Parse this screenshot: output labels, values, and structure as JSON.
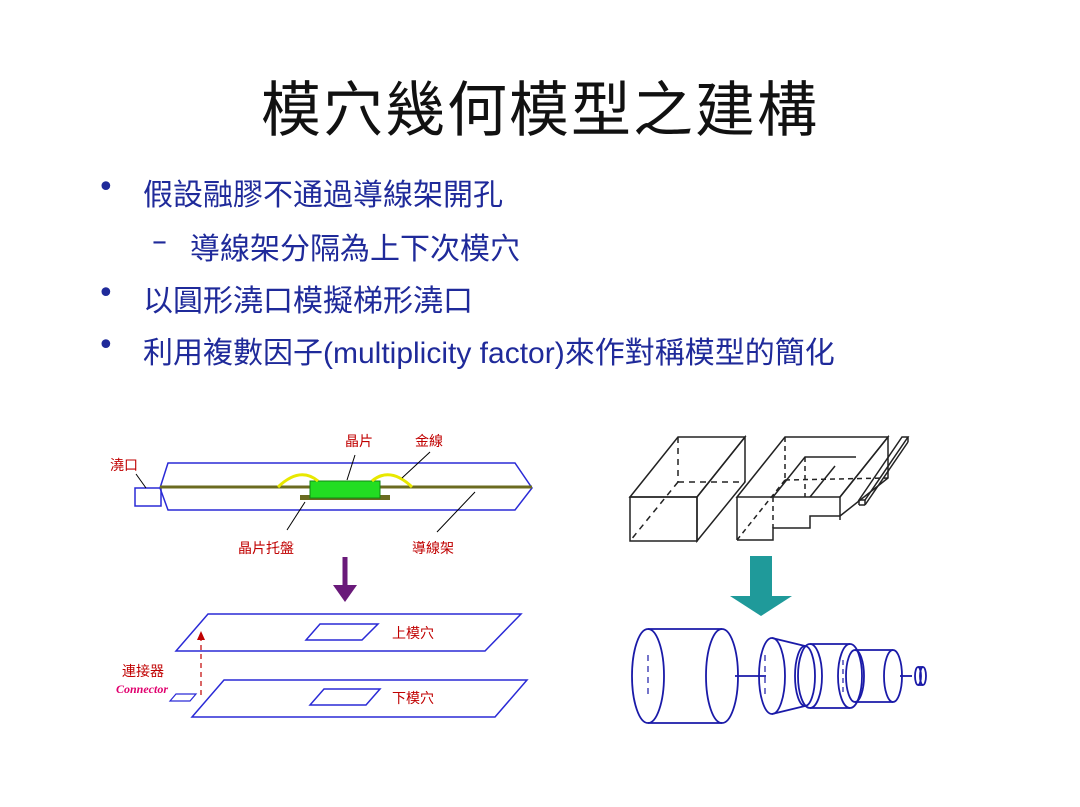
{
  "slide": {
    "title": "模穴幾何模型之建構",
    "bullets": [
      {
        "level": 1,
        "text": "假設融膠不通過導線架開孔"
      },
      {
        "level": 2,
        "text": "導線架分隔為上下次模穴"
      },
      {
        "level": 1,
        "text": "以圓形澆口模擬梯形澆口"
      },
      {
        "level": 1,
        "text_cjk1": "利用複數因子",
        "text_latin": "(multiplicity factor)",
        "text_cjk2": "來作對稱模型的簡化"
      }
    ]
  },
  "diagram_left": {
    "labels": {
      "gate": "澆口",
      "chip": "晶片",
      "gold_wire": "金線",
      "chip_pad": "晶片托盤",
      "lead_frame": "導線架",
      "upper_cavity": "上模穴",
      "lower_cavity": "下模穴",
      "connector_cjk": "連接器",
      "connector_en": "Connector"
    },
    "colors": {
      "outline": "#2a2ad6",
      "lead_frame": "#6b6b20",
      "wire": "#e8e800",
      "chip": "#22dd22",
      "arrow": "#6a1a7a",
      "label": "#c00000",
      "connector_en": "#e0006e"
    }
  },
  "diagram_right": {
    "colors": {
      "box_outline": "#222222",
      "arrow": "#1f9a9a",
      "cylinder_outline": "#1a1aa8"
    }
  }
}
